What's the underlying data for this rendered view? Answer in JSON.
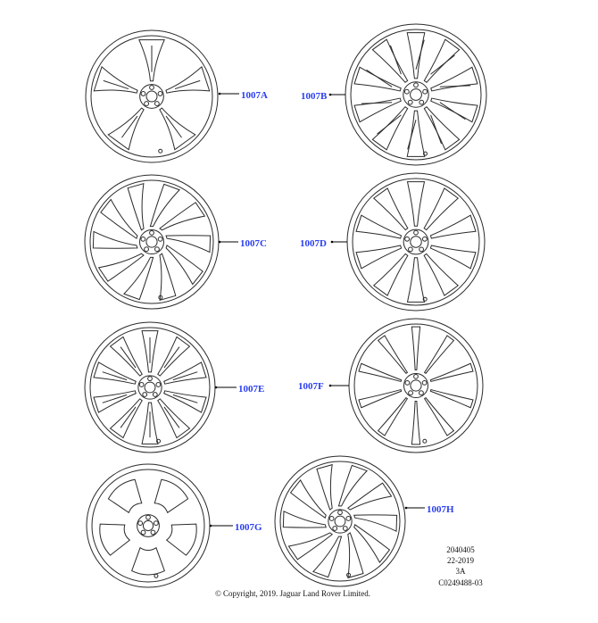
{
  "page": {
    "background": "#ffffff",
    "label_color": "#2b3ff0",
    "line_color": "#2a2a2a"
  },
  "wheels": [
    {
      "id": "1007A",
      "label": "1007A",
      "spokes": 5,
      "style": "split"
    },
    {
      "id": "1007B",
      "label": "1007B",
      "spokes": 10,
      "style": "lattice"
    },
    {
      "id": "1007C",
      "label": "1007C",
      "spokes": 10,
      "style": "swirl"
    },
    {
      "id": "1007D",
      "label": "1007D",
      "spokes": 10,
      "style": "slots"
    },
    {
      "id": "1007E",
      "label": "1007E",
      "spokes": 10,
      "style": "double"
    },
    {
      "id": "1007F",
      "label": "1007F",
      "spokes": 10,
      "style": "thin"
    },
    {
      "id": "1007G",
      "label": "1007G",
      "spokes": 5,
      "style": "steel"
    },
    {
      "id": "1007H",
      "label": "1007H",
      "spokes": 10,
      "style": "swirl-offset"
    }
  ],
  "reference_block": [
    "2040405",
    "22-2019",
    "3A",
    "C0249488-03"
  ],
  "copyright": "© Copyright, 2019. Jaguar Land Rover Limited."
}
